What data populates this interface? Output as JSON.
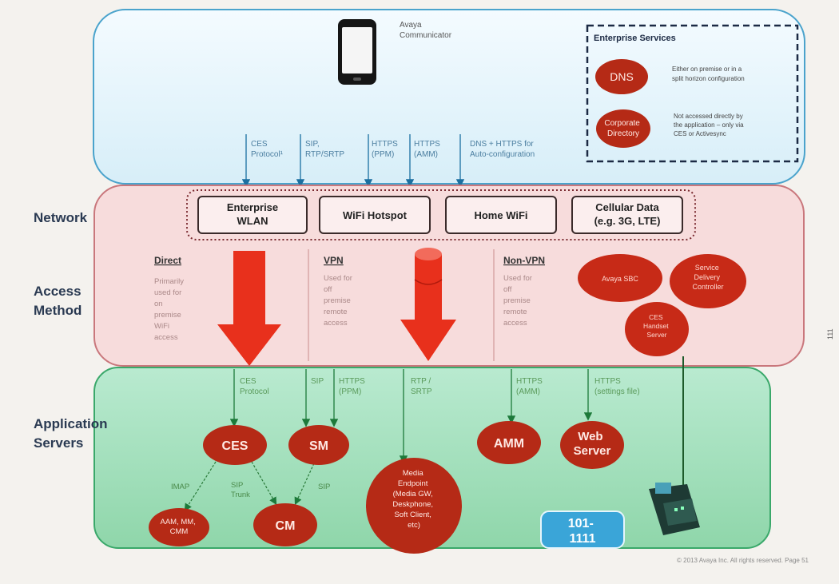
{
  "device": {
    "label_line1": "Avaya",
    "label_line2": "Communicator"
  },
  "enterprise_services": {
    "title": "Enterprise Services",
    "dns": {
      "label": "DNS",
      "note_line1": "Either on premise or in a",
      "note_line2": "split horizon configuration"
    },
    "directory": {
      "label_line1": "Corporate",
      "label_line2": "Directory",
      "note_line1": "Not accessed directly by",
      "note_line2": "the application – only via",
      "note_line3": "CES or Activesync"
    }
  },
  "protocols_top": [
    {
      "line1": "CES",
      "line2": "Protocol¹"
    },
    {
      "line1": "SIP,",
      "line2": "RTP/SRTP"
    },
    {
      "line1": "HTTPS",
      "line2": "(PPM)"
    },
    {
      "line1": "HTTPS",
      "line2": "(AMM)"
    },
    {
      "line1": "DNS + HTTPS  for",
      "line2": "Auto-configuration"
    }
  ],
  "layers": {
    "network": "Network",
    "access_line1": "Access",
    "access_line2": "Method",
    "app_line1": "Application",
    "app_line2": "Servers"
  },
  "networks": [
    {
      "line1": "Enterprise",
      "line2": "WLAN"
    },
    {
      "line1": "WiFi Hotspot",
      "line2": ""
    },
    {
      "line1": "Home WiFi",
      "line2": ""
    },
    {
      "line1": "Cellular Data",
      "line2": "(e.g. 3G, LTE)"
    }
  ],
  "access_methods": {
    "direct": {
      "title": "Direct",
      "lines": [
        "Primarily",
        "used for",
        "on",
        "premise",
        "WiFi",
        "access"
      ]
    },
    "vpn": {
      "title": "VPN",
      "lines": [
        "Used for",
        "off",
        "premise",
        "remote",
        "access"
      ]
    },
    "non_vpn": {
      "title": "Non-VPN",
      "lines": [
        "Used for",
        "off",
        "premise",
        "remote",
        "access"
      ]
    }
  },
  "edge_components": {
    "sbc": "Avaya  SBC",
    "sdc_line1": "Service",
    "sdc_line2": "Delivery",
    "sdc_line3": "Controller",
    "ces_hs_line1": "CES",
    "ces_hs_line2": "Handset",
    "ces_hs_line3": "Server"
  },
  "protocols_bottom": [
    {
      "line1": "CES",
      "line2": "Protocol"
    },
    {
      "line1": "SIP",
      "line2": ""
    },
    {
      "line1": "HTTPS",
      "line2": "(PPM)"
    },
    {
      "line1": "RTP /",
      "line2": "SRTP"
    },
    {
      "line1": "HTTPS",
      "line2": "(AMM)"
    },
    {
      "line1": "HTTPS",
      "line2": "(settings file)"
    }
  ],
  "servers": {
    "ces": "CES",
    "sm": "SM",
    "amm": "AMM",
    "web_line1": "Web",
    "web_line2": "Server",
    "cm": "CM",
    "aam_line1": "AAM, MM,",
    "aam_line2": "CMM",
    "media": [
      "Media",
      "Endpoint",
      "(Media GW,",
      "Deskphone,",
      "Soft Client,",
      "etc)"
    ]
  },
  "links_bottom": {
    "imap": "IMAP",
    "sip_trunk_line1": "SIP",
    "sip_trunk_line2": "Trunk",
    "sip": "SIP"
  },
  "badge": {
    "line1": "101-",
    "line2": "1111"
  },
  "footer": "© 2013 Avaya Inc. All rights reserved.  Page 51",
  "page_number": "111",
  "colors": {
    "ellipse": "#b52a16",
    "arrow": "#e8301c",
    "cloud_border": "#4aa3cc",
    "network_band": "#f6d9d9",
    "app_band": "#9fdcb3",
    "badge": "#3aa5d8"
  }
}
